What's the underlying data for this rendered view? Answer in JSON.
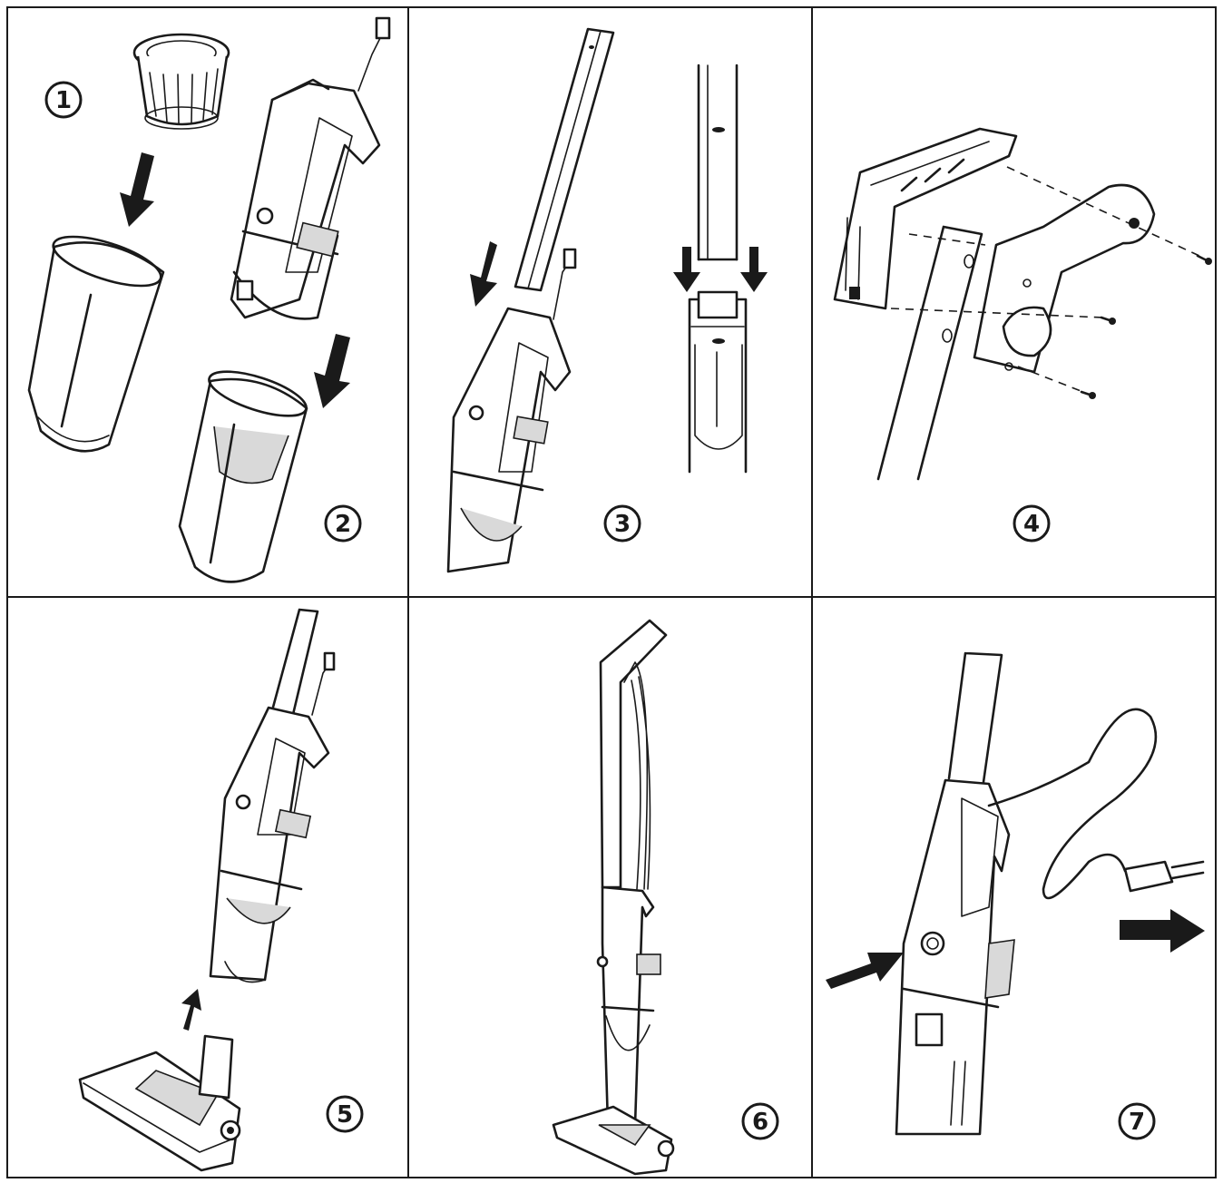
{
  "steps": [
    {
      "id": "1",
      "label": "1"
    },
    {
      "id": "2",
      "label": "2"
    },
    {
      "id": "3",
      "label": "3"
    },
    {
      "id": "4",
      "label": "4"
    },
    {
      "id": "5",
      "label": "5"
    },
    {
      "id": "6",
      "label": "6"
    },
    {
      "id": "7",
      "label": "7"
    }
  ],
  "colors": {
    "ink": "#1a1a1a",
    "background": "#ffffff"
  },
  "icons": [
    "filter-cone-icon",
    "dust-cup-icon",
    "motor-handle-icon",
    "extension-tube-icon",
    "handle-grip-icon",
    "screw-icon",
    "floor-brush-icon",
    "power-plug-icon",
    "power-button-icon",
    "arrow-icon"
  ]
}
